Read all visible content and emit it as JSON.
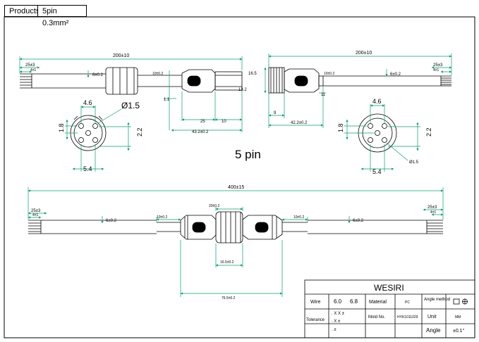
{
  "header": {
    "products_label": "Products",
    "spec": "5pin  0.3mm²"
  },
  "dims": {
    "top_left_total": "200±10",
    "top_left_strip": "25±3",
    "top_left_tin": "4±1",
    "top_left_cable": "6±0.2",
    "top_left_small": "10±0.2",
    "top_left_h": "13.2",
    "top_left_one": "1.1",
    "top_left_25": "25",
    "top_left_10": "10",
    "top_left_body": "43.2±0.2",
    "top_right_total": "200±10",
    "top_right_strip": "25±3",
    "top_right_tin": "4±1",
    "top_right_cable": "6±0.2",
    "top_right_small": "10±0.2",
    "top_right_thread": "16.5",
    "top_right_nut": "11",
    "top_right_9": "9",
    "top_right_body": "42.2±0.2",
    "bot_total": "400±15",
    "bot_strip_l": "25±3",
    "bot_tin_l": "4±1",
    "bot_cable_l": "6±0.2",
    "bot_small_l": "10±0.2",
    "bot_nut": "20±0.2",
    "bot_small_r": "10±0.2",
    "bot_cable_r": "6±0.2",
    "bot_strip_r": "25±3",
    "bot_tin_r": "4±1",
    "bot_mid": "16.5±0.2",
    "bot_body": "76.5±0.2"
  },
  "face_left": {
    "d_top": "4.6",
    "d_dia": "Ø1.5",
    "d_left": "1.8",
    "d_right": "2.2",
    "d_bottom": "5.4"
  },
  "face_right": {
    "d_top": "4.6",
    "d_dia": "Ø1.5",
    "d_left": "1.8",
    "d_right": "2.2",
    "d_bottom": "5.4"
  },
  "center_label": "5 pin",
  "title_block": {
    "brand": "WESIRI",
    "wire_label": "Wire",
    "wire_v1": "6.0",
    "wire_v2": "6.8",
    "material_label": "Material",
    "material_value": "PC",
    "angle_method_label": "Angle method",
    "tolerance_label": "Tolerance",
    "tol1": ". X X ±",
    "tol2": ". X ±",
    "tol3": ". ±",
    "mold_label": "Mold No.",
    "mold_value": "HYK1011029",
    "unit_label": "Unit",
    "unit_value": "MM",
    "angle_label": "Angle",
    "angle_value": "±0.1°"
  }
}
